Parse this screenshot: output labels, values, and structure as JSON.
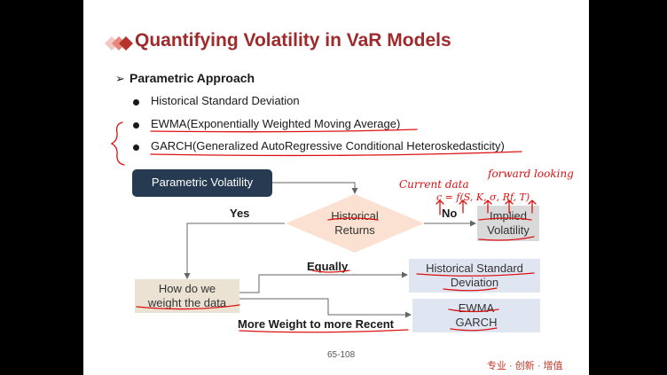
{
  "slide": {
    "title": "Quantifying Volatility in VaR Models",
    "section": "Parametric Approach",
    "bullets": [
      "Historical Standard Deviation",
      "EWMA(Exponentially Weighted Moving Average)",
      "GARCH(Generalized AutoRegressive Conditional Heteroskedasticity)"
    ]
  },
  "flow": {
    "start": "Parametric Volatility",
    "decision_line1": "Historical",
    "decision_line2": "Returns",
    "yes": "Yes",
    "no": "No",
    "implied_line1": "Implied",
    "implied_line2": "Volatility",
    "weight_line1": "How do we",
    "weight_line2": "weight the data",
    "equally": "Equally",
    "hist_std_line1": "Historical Standard",
    "hist_std_line2": "Deviation",
    "recent": "More Weight to more Recent",
    "ewma": "EWMA",
    "garch": "GARCH"
  },
  "annotations": {
    "current_data": "Current data",
    "forward_looking": "forward looking",
    "formula": "c = f(S, K, σ, Rf, T)"
  },
  "footer": {
    "page": "65-108",
    "brand": "专业 · 创新 · 增值"
  },
  "colors": {
    "title": "#9e2a2b",
    "dark_box": "#263a52",
    "handwriting": "#dd1111"
  }
}
